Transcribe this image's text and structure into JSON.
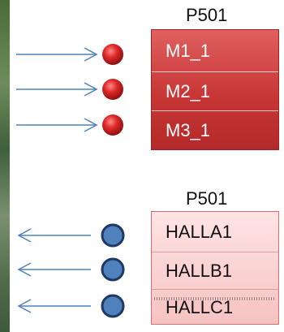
{
  "output_block": {
    "title": "P501",
    "pins": [
      "M1_1",
      "M2_1",
      "M3_1"
    ]
  },
  "input_block": {
    "title": "P501",
    "pins": [
      "HALLA1",
      "HALLB1",
      "HALLC1"
    ]
  },
  "colors": {
    "output_block_fill": "#c83636",
    "input_block_fill": "#f8caca",
    "output_dot": "#d42424",
    "input_dot": "#4f81bd",
    "arrow": "#4f81bd"
  }
}
